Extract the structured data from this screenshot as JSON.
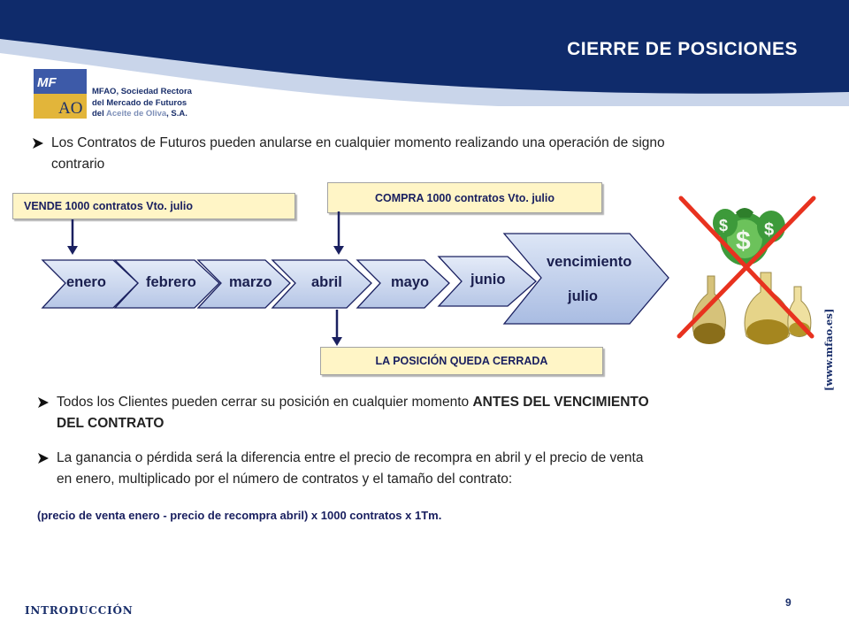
{
  "header": {
    "title": "CIERRE DE POSICIONES",
    "colors": {
      "navy": "#0f2b6b",
      "band": "#c9d5ea"
    }
  },
  "logo": {
    "top_text": "MF",
    "bottom_text": "AO",
    "company_line1": "MFAO, Sociedad Rectora",
    "company_line2": "del Mercado de Futuros",
    "company_line3_pre": "del",
    "company_line3_brand": "Aceite de Oliva",
    "company_line3_post": ", S.A."
  },
  "bullets": {
    "first_line1": "Los Contratos de Futuros pueden anularse en cualquier momento realizando una operación de signo",
    "first_line2": "contrario",
    "second_line1_pre": "Todos los Clientes pueden cerrar su posición en cualquier momento",
    "second_line1_bold": "ANTES DEL VENCIMIENTO",
    "second_line2_bold": "DEL CONTRATO",
    "third_line1": "La ganancia o pérdida será la diferencia entre el precio de recompra en abril y el  precio de venta",
    "third_line2": "en enero, multiplicado por el número de contratos y el tamaño del contrato:"
  },
  "callouts": {
    "vende": "VENDE 1000 contratos Vto. julio",
    "compra": "COMPRA 1000 contratos Vto. julio",
    "cerrada": "LA POSICIÓN QUEDA CERRADA"
  },
  "timeline": {
    "months": [
      "enero",
      "febrero",
      "marzo",
      "abril",
      "mayo",
      "junio"
    ],
    "final_line1": "vencimiento",
    "final_line2": "julio"
  },
  "formula": "(precio de venta enero -  precio de recompra abril) x 1000 contratos x 1Tm.",
  "footer": {
    "section": "INTRODUCCIÓN",
    "page": "9",
    "site": "[www.mfao.es]"
  },
  "illustration": {
    "icons": [
      "money-bags-icon",
      "olive-oil-flasks-icon",
      "red-x-cross-icon"
    ]
  }
}
